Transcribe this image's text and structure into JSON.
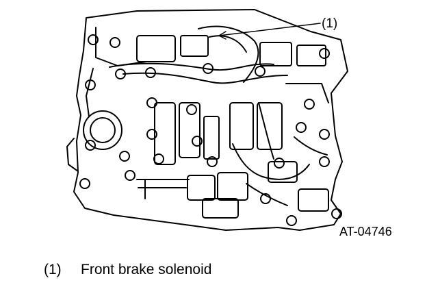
{
  "callout": "(1)",
  "figure_code": "AT-04746",
  "legend": [
    {
      "number": "(1)",
      "text": "Front brake solenoid"
    }
  ]
}
